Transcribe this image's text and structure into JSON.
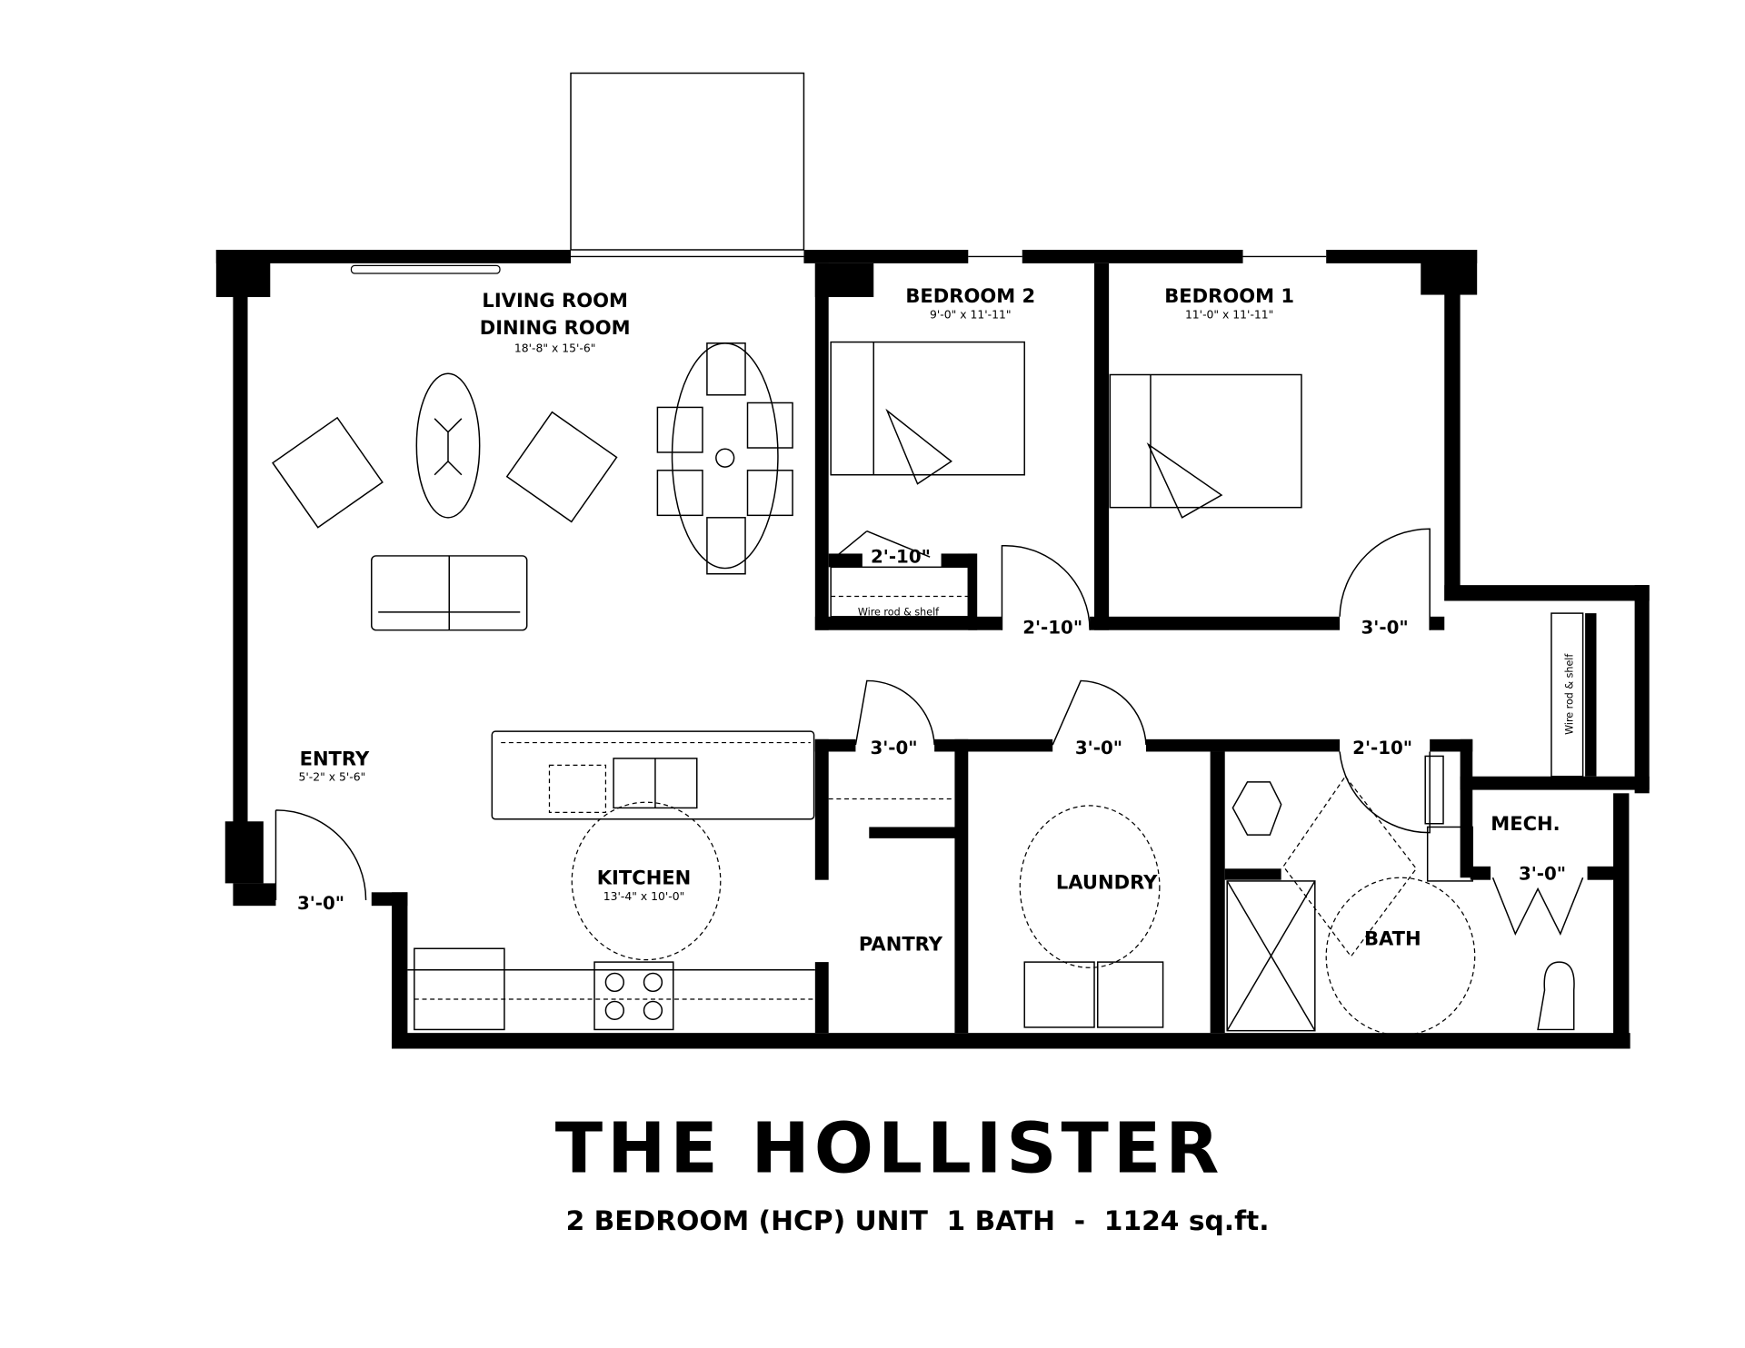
{
  "plan": {
    "title": "THE HOLLISTER",
    "subtitle": "2 BEDROOM (HCP) UNIT  1 BATH  -  1124 sq.ft.",
    "rooms": {
      "living": {
        "name1": "LIVING ROOM",
        "name2": "DINING ROOM",
        "size": "18'-8\" x 15'-6\""
      },
      "bedroom2": {
        "name": "BEDROOM 2",
        "size": "9'-0\" x 11'-11\""
      },
      "bedroom1": {
        "name": "BEDROOM 1",
        "size": "11'-0\" x 11'-11\""
      },
      "entry": {
        "name": "ENTRY",
        "size": "5'-2\" x 5'-6\""
      },
      "kitchen": {
        "name": "KITCHEN",
        "size": "13'-4\" x 10'-0\""
      },
      "pantry": {
        "name": "PANTRY"
      },
      "laundry": {
        "name": "LAUNDRY"
      },
      "bath": {
        "name": "BATH"
      },
      "mech": {
        "name": "MECH."
      }
    },
    "doors": {
      "bed2_closet": "2'-10\"",
      "bed2": "2'-10\"",
      "bed1": "3'-0\"",
      "entry": "3'-0\"",
      "pantry": "3'-0\"",
      "laundry": "3'-0\"",
      "bath": "2'-10\"",
      "mech": "3'-0\""
    },
    "notes": {
      "bed2_closet": "Wire rod & shelf",
      "hall_closet": "Wire rod & shelf"
    }
  }
}
